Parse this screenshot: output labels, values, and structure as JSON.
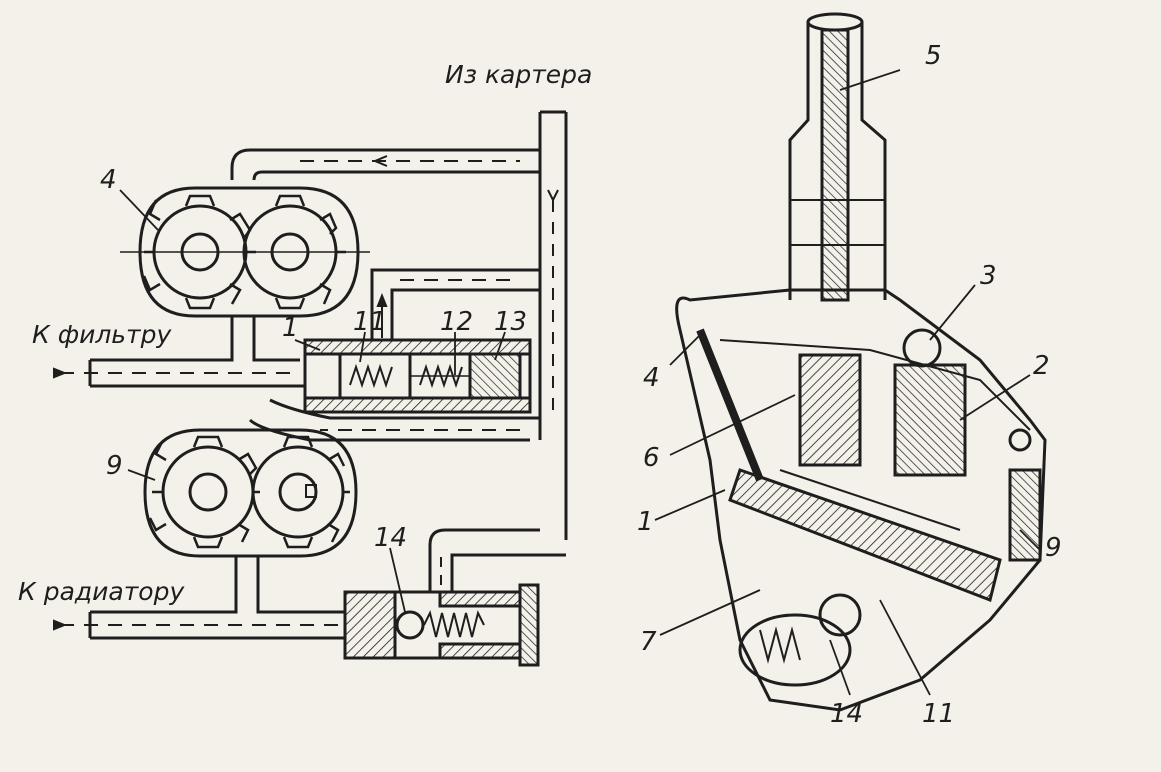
{
  "labels": {
    "from_crankcase": "Из картера",
    "to_filter": "К фильтру",
    "to_radiator": "К радиатору"
  },
  "callouts": {
    "scheme": [
      "4",
      "1",
      "11",
      "12",
      "13",
      "9",
      "14"
    ],
    "cutaway": [
      "5",
      "3",
      "4",
      "2",
      "6",
      "1",
      "9",
      "7",
      "14",
      "11"
    ]
  },
  "colors": {
    "ink": "#1e1e1e",
    "paper": "#f4f1ea"
  }
}
